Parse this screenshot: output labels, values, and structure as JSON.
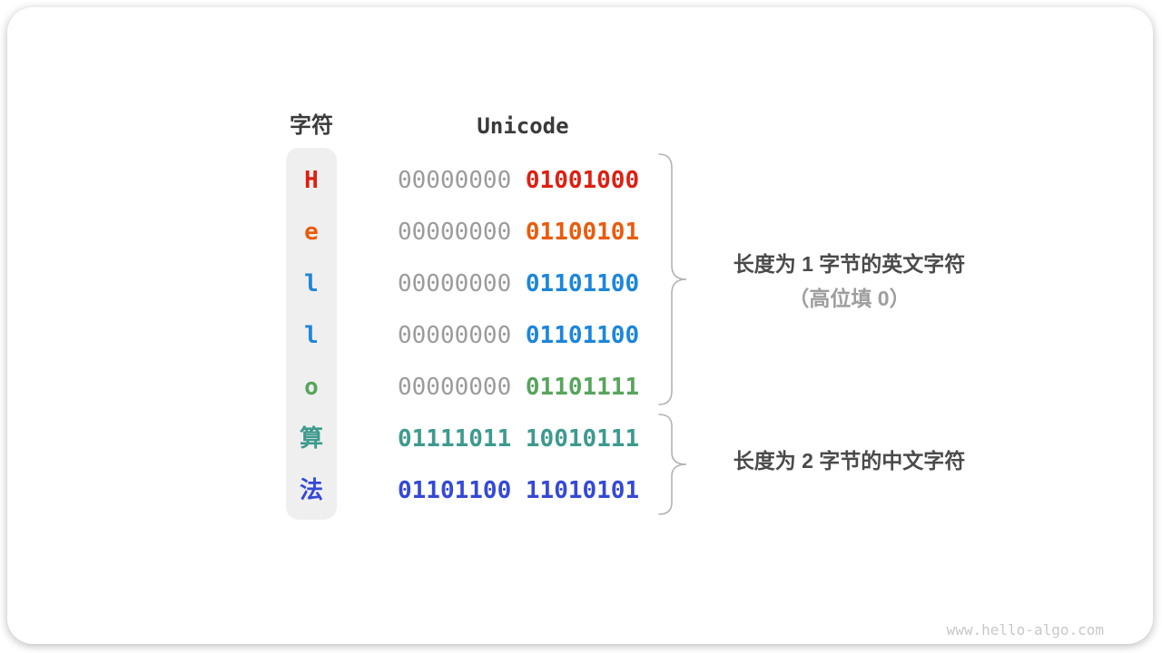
{
  "table": {
    "char_header": "字符",
    "unicode_header": "Unicode",
    "rows": [
      {
        "char": "H",
        "byte1": "00000000",
        "byte2": "01001000",
        "color": "#dd2013",
        "byte1_colored": false
      },
      {
        "char": "e",
        "byte1": "00000000",
        "byte2": "01100101",
        "color": "#ea5b0c",
        "byte1_colored": false
      },
      {
        "char": "l",
        "byte1": "00000000",
        "byte2": "01101100",
        "color": "#1c86da",
        "byte1_colored": false
      },
      {
        "char": "l",
        "byte1": "00000000",
        "byte2": "01101100",
        "color": "#1c86da",
        "byte1_colored": false
      },
      {
        "char": "o",
        "byte1": "00000000",
        "byte2": "01101111",
        "color": "#58a45c",
        "byte1_colored": false
      },
      {
        "char": "算",
        "byte1": "01111011",
        "byte2": "10010111",
        "color": "#3d9a8e",
        "byte1_colored": true
      },
      {
        "char": "法",
        "byte1": "01101100",
        "byte2": "11010101",
        "color": "#3449d6",
        "byte1_colored": true
      }
    ]
  },
  "annotations": [
    {
      "line1": "长度为 1 字节的英文字符",
      "line2": "（高位填 0）"
    },
    {
      "line1": "长度为 2 字节的中文字符"
    }
  ],
  "watermark": "www.hello-algo.com",
  "colors": {
    "padding_gray": "#9b9b9b",
    "header_text": "#3a3a3a",
    "pill_background": "#efefef",
    "annotation_dark": "#4a4a4a",
    "annotation_gray": "#9e9e9e",
    "brace_stroke": "#b3b3b3",
    "watermark_gray": "#c8c8c8"
  }
}
